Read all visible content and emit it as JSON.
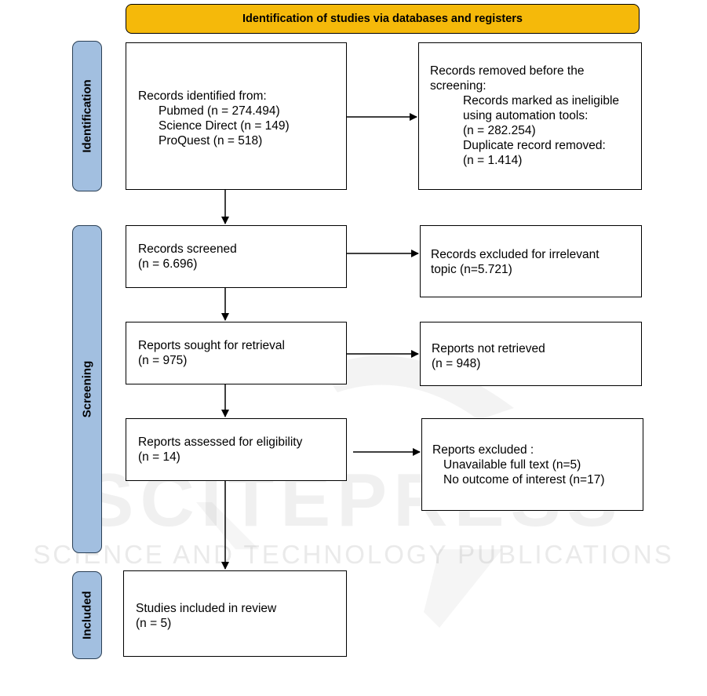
{
  "header": {
    "title": "Identification of studies via databases and registers"
  },
  "phases": {
    "identification": "Identification",
    "screening": "Screening",
    "included": "Included"
  },
  "boxes": {
    "records_identified": {
      "title": "Records identified from:",
      "items": [
        "Pubmed (n = 274.494)",
        "Science Direct (n = 149)",
        "ProQuest (n = 518)"
      ]
    },
    "records_removed": {
      "title_line1": "Records removed before the",
      "title_line2": "screening:",
      "lines": [
        "Records marked as ineligible",
        "using automation tools:",
        "(n = 282.254)",
        "Duplicate record removed:",
        "(n = 1.414)"
      ]
    },
    "records_screened": {
      "line1": "Records screened",
      "line2": "(n = 6.696)"
    },
    "records_excluded": {
      "line1": "Records excluded for irrelevant",
      "line2": "topic (n=5.721)"
    },
    "reports_sought": {
      "line1": "Reports sought for retrieval",
      "line2": "(n = 975)"
    },
    "reports_not_retrieved": {
      "line1": "Reports not retrieved",
      "line2": "(n = 948)"
    },
    "reports_assessed": {
      "line1": "Reports assessed for eligibility",
      "line2": "(n = 14)"
    },
    "reports_excluded": {
      "title": "Reports excluded :",
      "items": [
        "Unavailable full text (n=5)",
        "No outcome of interest (n=17)"
      ]
    },
    "studies_included": {
      "line1": "Studies included in review",
      "line2": "(n = 5)"
    }
  },
  "watermark": {
    "big": "SCITEPRESS",
    "small": "SCIENCE AND TECHNOLOGY PUBLICATIONS"
  },
  "colors": {
    "header_fill": "#f5b90a",
    "phase_fill": "#a2bfe0",
    "phase_border": "#2a3f55"
  }
}
